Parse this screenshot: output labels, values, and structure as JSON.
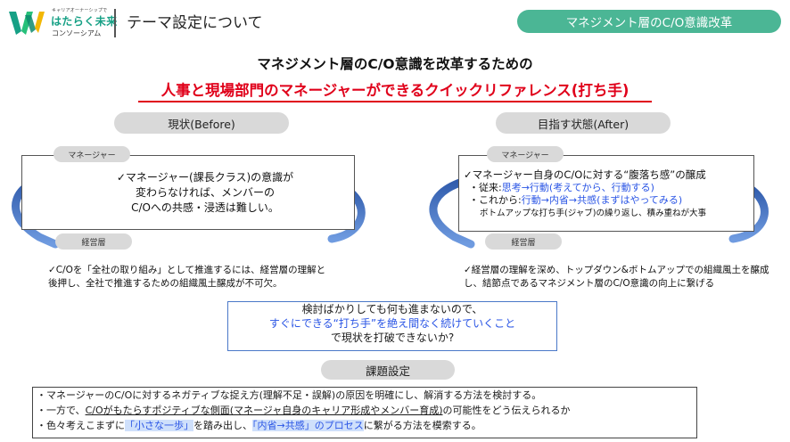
{
  "header": {
    "logo_small": "キャリアオーナーシップで",
    "logo_main": "はたらく未来",
    "logo_sub": "コンソーシアム",
    "page_title": "テーマ設定について",
    "topic_badge": "マネジメント層のC/O意識改革",
    "brand_color": "#16a085",
    "badge_color": "#4bb695"
  },
  "title": {
    "line1": "マネジメント層のC/O意識を改革するための",
    "line2": "人事と現場部門のマネージャーができるクイックリファレンス(打ち手)",
    "accent_color": "#e0001a"
  },
  "before": {
    "label": "現状(Before)",
    "manager_label": "マネージャー",
    "exec_label": "経営層",
    "manager_lines": [
      "✓マネージャー(課長クラス)の意識が",
      "変わらなければ、メンバーの",
      "C/Oへの共感・浸透は難しい。"
    ],
    "exec_note": "✓C/Oを「全社の取り組み」として推進するには、経営層の理解と後押し、全社で推進するための組織風土醸成が不可欠。"
  },
  "after": {
    "label": "目指す状態(After)",
    "manager_label": "マネージャー",
    "exec_label": "経営層",
    "line1": "✓マネージャー自身のC/Oに対する“腹落ち感”の醸成",
    "line2_prefix": "・従来:",
    "line2_highlight": "思考→行動(考えてから、行動する)",
    "line3_prefix": "・これから:",
    "line3_highlight": "行動→内省→共感(まずはやってみる)",
    "line4": "ボトムアップな打ち手(ジャブ)の繰り返し、積み重ねが大事",
    "exec_note": "✓経営層の理解を深め、トップダウン&ボトムアップでの組織風土を醸成し、結節点であるマネジメント層のC/O意識の向上に繋げる",
    "highlight_color": "#2a55e5"
  },
  "center": {
    "line1": "検討ばかりしても何も進まないので、",
    "line2": "すぐにできる“打ち手”を絶え間なく続けていくこと",
    "line3": "で現状を打破できないか?"
  },
  "issues": {
    "label": "課題設定",
    "item1": "・マネージャーのC/Oに対するネガティブな捉え方(理解不足・誤解)の原因を明確にし、解消する方法を検討する。",
    "item2_prefix": "・一方で、",
    "item2_underlined": "C/Oがもたらすポジティブな側面(マネージャ自身のキャリア形成やメンバー育成)",
    "item2_suffix": "の可能性をどう伝えられるか",
    "item3_prefix": "・色々考えこまずに",
    "item3_hl1": "「小さな一歩」",
    "item3_mid": "を踏み出し、",
    "item3_hl2": "「内省→共感」のプロセス",
    "item3_suffix": "に繋がる方法を模索する。"
  },
  "icons": {
    "logo": "vv-logo-icon",
    "cycle_arrows": "cycle-arrow-icon"
  }
}
